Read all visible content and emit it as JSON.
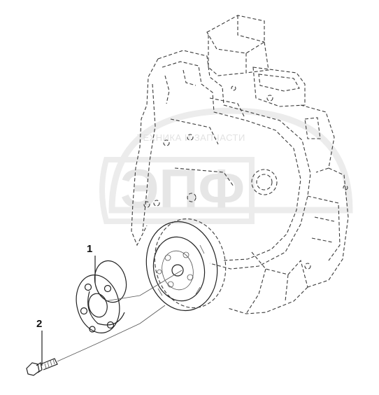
{
  "watermark": {
    "top_text": "ТЕХНИКА И ЗАПЧАСТИ",
    "logo_text": "ЭПФ"
  },
  "callouts": [
    {
      "number": "1",
      "part": "pulley"
    },
    {
      "number": "2",
      "part": "bolt"
    }
  ],
  "colors": {
    "line": "#222222",
    "dashed": "#3a3a3a",
    "watermark": "#e4e4e4"
  }
}
